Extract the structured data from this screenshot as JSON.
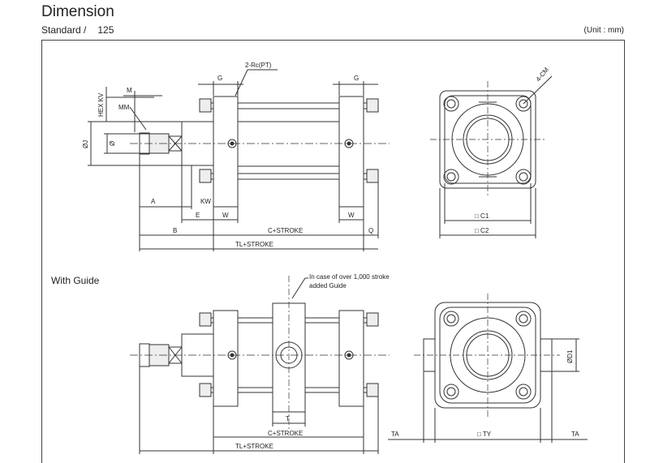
{
  "header": {
    "title": "Dimension",
    "standard_label": "Standard /",
    "bore": "125",
    "unit": "(Unit : mm)"
  },
  "section2": {
    "label": "With Guide"
  },
  "labels": {
    "port": "2-Rc(PT)",
    "g": "G",
    "m": "M",
    "hexkv": "HEX KV",
    "mm": "MM",
    "phi_j": "ØJ",
    "phi": "Ø",
    "a": "A",
    "kw": "KW",
    "e": "E",
    "w": "W",
    "b": "B",
    "c_stroke": "C+STROKE",
    "q": "Q",
    "tl_stroke": "TL+STROKE",
    "cm": "4-CM",
    "c1": "□ C1",
    "c2": "□ C2",
    "note1": "In case of over 1,000 stroke",
    "note2": "added Guide",
    "t": "T",
    "ta": "TA",
    "ty": "□ TY",
    "d1": "ØD1"
  }
}
